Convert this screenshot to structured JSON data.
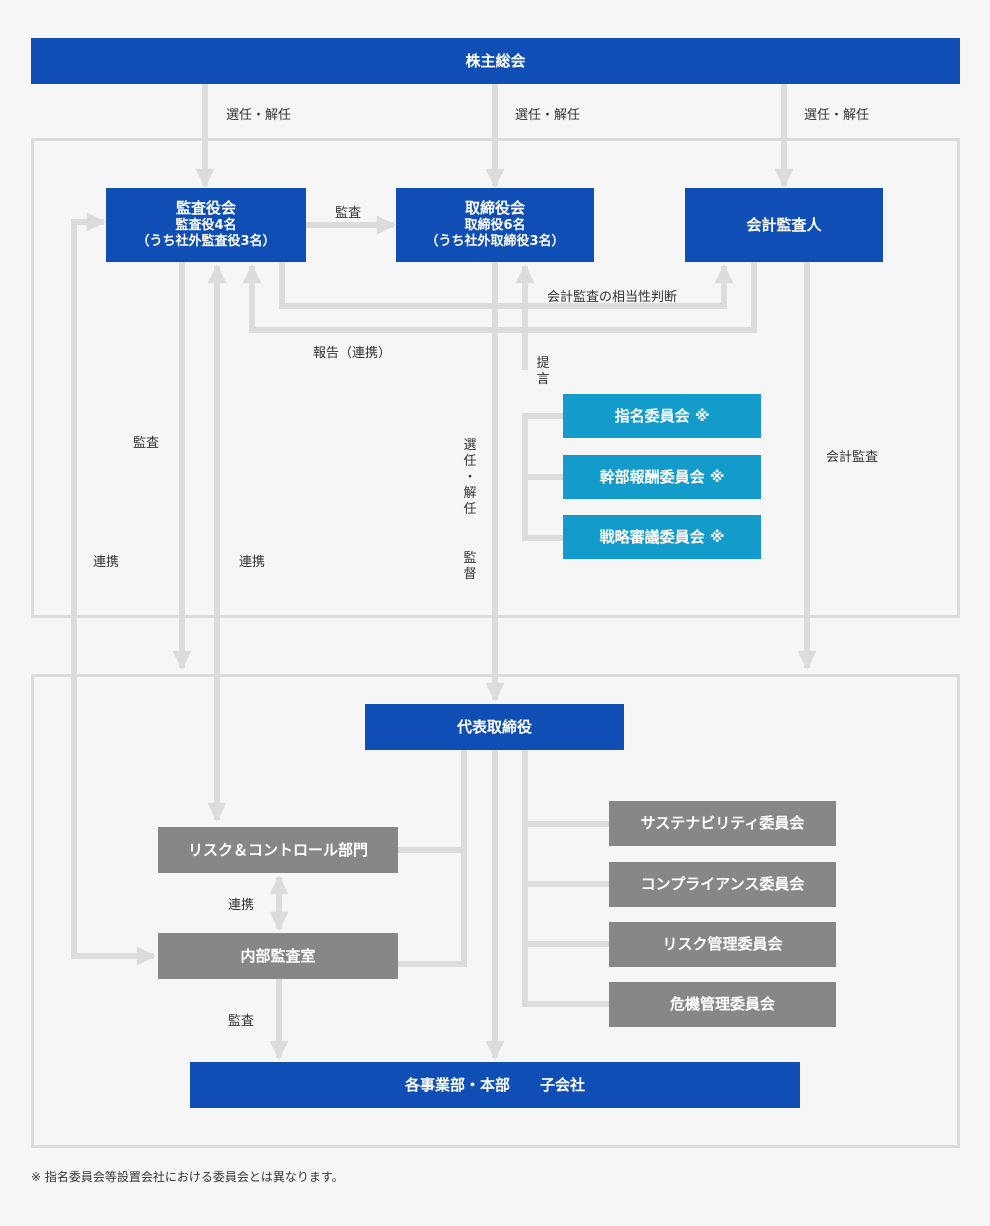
{
  "nodes": {
    "shareholders_meeting": "株主総会",
    "audit_board": {
      "title": "監査役会",
      "line1": "監査役4名",
      "line2": "（うち社外監査役3名）"
    },
    "board_of_directors": {
      "title": "取締役会",
      "line1": "取締役6名",
      "line2": "（うち社外取締役3名）"
    },
    "accounting_auditor": "会計監査人",
    "nomination_committee": "指名委員会 ※",
    "compensation_committee": "幹部報酬委員会 ※",
    "strategy_committee": "戦略審議委員会 ※",
    "representative_director": "代表取締役",
    "risk_control_dept": "リスク＆コントロール部門",
    "internal_audit_office": "内部監査室",
    "sustainability_committee": "サステナビリティ委員会",
    "compliance_committee": "コンプライアンス委員会",
    "risk_management_committee": "リスク管理委員会",
    "crisis_management_committee": "危機管理委員会",
    "divisions": "各事業部・本部　　子会社"
  },
  "labels": {
    "elect_dismiss_1": "選任・解任",
    "elect_dismiss_2": "選任・解任",
    "elect_dismiss_3": "選任・解任",
    "audit_top": "監査",
    "appropriateness": "会計監査の相当性判断",
    "report": "報告（連携）",
    "proposal": [
      "提",
      "言"
    ],
    "audit_left": "監査",
    "cooperation_left": "連携",
    "cooperation_mid": "連携",
    "elect_dismiss_vertical": [
      "選",
      "任",
      "・",
      "解",
      "任"
    ],
    "supervise_vertical": [
      "監",
      "督"
    ],
    "accounting_audit": "会計監査",
    "cooperation_lower": "連携",
    "audit_lower": "監査"
  },
  "footnote": "※ 指名委員会等設置会社における委員会とは異なります。",
  "colors": {
    "blue": "#0f4fb5",
    "cyan": "#139ccb",
    "gray": "#878787",
    "line": "#dcdcdc"
  }
}
